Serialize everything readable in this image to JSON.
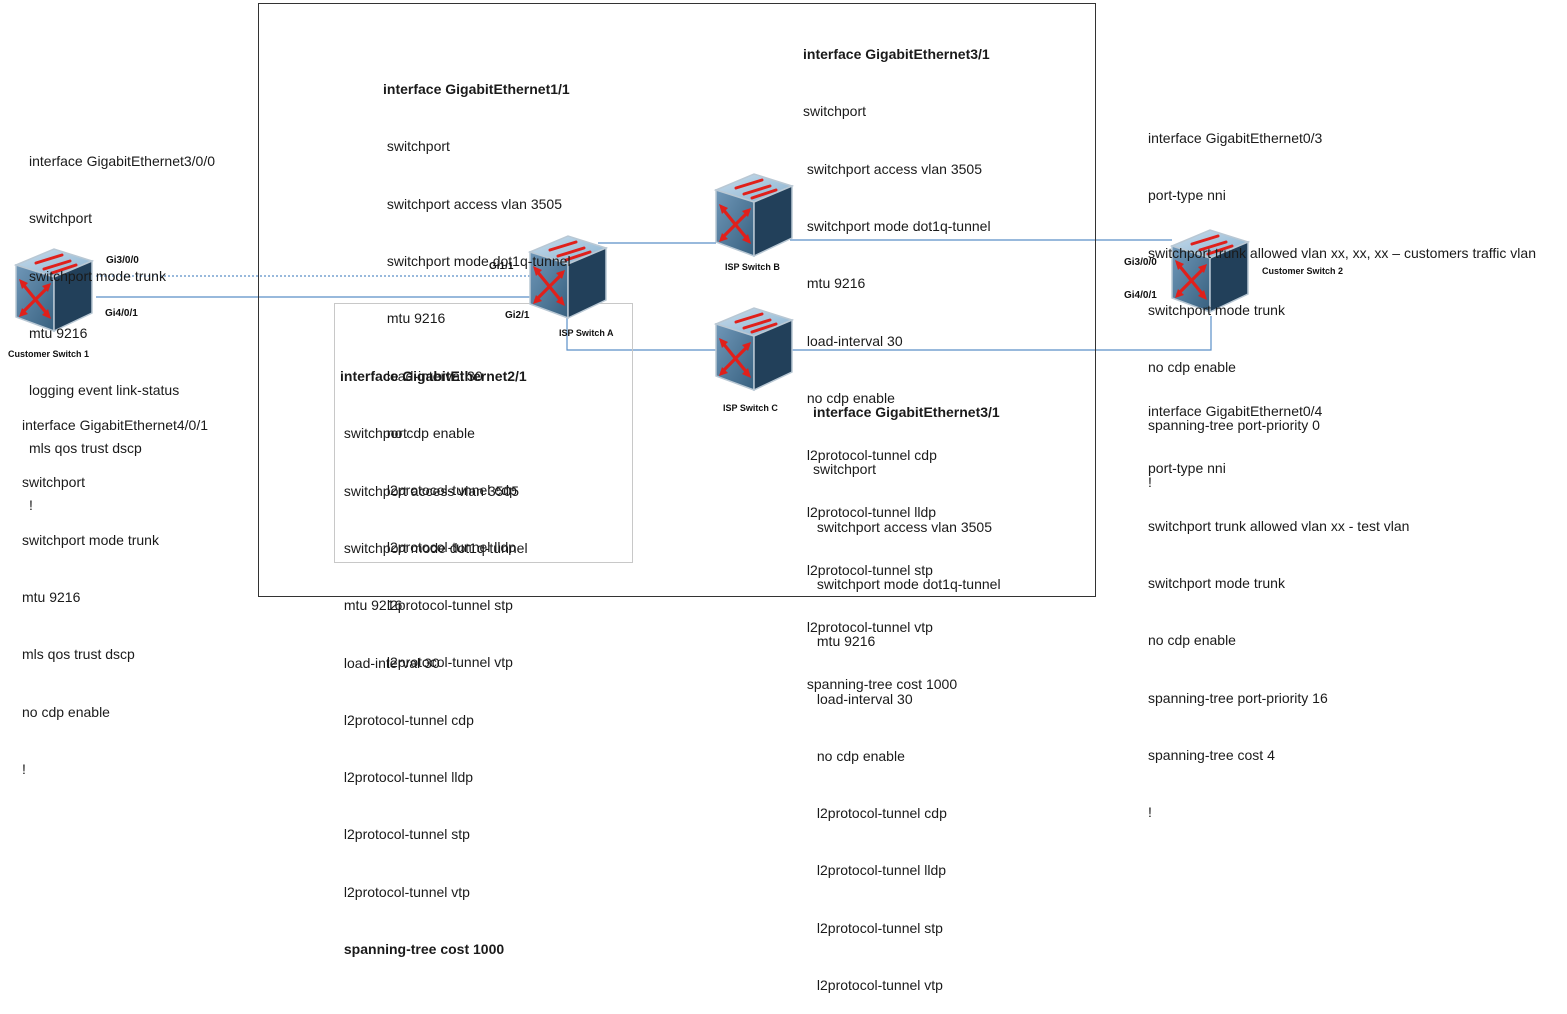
{
  "devices": {
    "customer_switch_1": "Customer Switch 1",
    "customer_switch_2": "Customer Switch 2",
    "isp_switch_a": "ISP Switch A",
    "isp_switch_b": "ISP Switch B",
    "isp_switch_c": "ISP Switch C"
  },
  "ports": {
    "cs1_gi3": "Gi3/0/0",
    "cs1_gi4": "Gi4/0/1",
    "a_gi1": "Gi1/1",
    "a_gi2": "Gi2/1",
    "cs2_gi3": "Gi3/0/0",
    "cs2_gi4": "Gi4/0/1"
  },
  "configs": {
    "cs1_gi3": [
      "interface GigabitEthernet3/0/0",
      "switchport",
      "switchport mode trunk",
      "mtu 9216",
      "logging event link-status",
      "mls qos trust dscp",
      "!"
    ],
    "cs1_gi4": [
      "interface GigabitEthernet4/0/1",
      "switchport",
      "switchport mode trunk",
      "mtu 9216",
      "mls qos trust dscp",
      "no cdp enable",
      "!"
    ],
    "a_gi1": {
      "title": "interface GigabitEthernet1/1",
      "lines": [
        " switchport",
        " switchport access vlan 3505",
        " switchport mode dot1q-tunnel",
        " mtu 9216",
        " load-interval 30",
        " no cdp enable",
        " l2protocol-tunnel cdp",
        " l2protocol-tunnel lldp",
        " l2protocol-tunnel stp",
        " l2protocol-tunnel vtp"
      ]
    },
    "a_gi2": {
      "title": "interface GigabitEthernet2/1",
      "lines": [
        " switchport",
        " switchport access vlan 3505",
        " switchport mode dot1q-tunnel",
        " mtu 9216",
        " load-interval 30",
        " l2protocol-tunnel cdp",
        " l2protocol-tunnel lldp",
        " l2protocol-tunnel stp",
        " l2protocol-tunnel vtp"
      ],
      "last": " spanning-tree cost 1000"
    },
    "b_gi3": {
      "title": "interface GigabitEthernet3/1",
      "lines": [
        "switchport",
        " switchport access vlan 3505",
        " switchport mode dot1q-tunnel",
        " mtu 9216",
        " load-interval 30",
        " no cdp enable",
        " l2protocol-tunnel cdp",
        " l2protocol-tunnel lldp",
        " l2protocol-tunnel stp",
        " l2protocol-tunnel vtp",
        " spanning-tree cost 1000"
      ]
    },
    "c_gi3": {
      "title": "interface GigabitEthernet3/1",
      "lines": [
        "switchport",
        " switchport access vlan 3505",
        " switchport mode dot1q-tunnel",
        " mtu 9216",
        " load-interval 30",
        " no cdp enable",
        " l2protocol-tunnel cdp",
        " l2protocol-tunnel lldp",
        " l2protocol-tunnel stp",
        " l2protocol-tunnel vtp"
      ]
    },
    "cs2_gi0_3": [
      "interface GigabitEthernet0/3",
      "port-type nni",
      "switchport trunk allowed vlan xx, xx, xx – customers traffic vlan",
      "switchport mode trunk",
      "no cdp enable",
      "spanning-tree port-priority 0",
      "!"
    ],
    "cs2_gi0_4": [
      "interface GigabitEthernet0/4",
      "port-type nni",
      "switchport trunk allowed vlan xx - test vlan",
      "switchport mode trunk",
      "no cdp enable",
      "spanning-tree port-priority 16",
      "spanning-tree cost 4",
      "!"
    ]
  },
  "colors": {
    "link": "#5b8fc7",
    "switch_front": "#37607f",
    "switch_top": "#8ab2cf",
    "arrow": "#e0201b",
    "isp_border": "#333333"
  },
  "icons": [
    "switch-icon"
  ]
}
